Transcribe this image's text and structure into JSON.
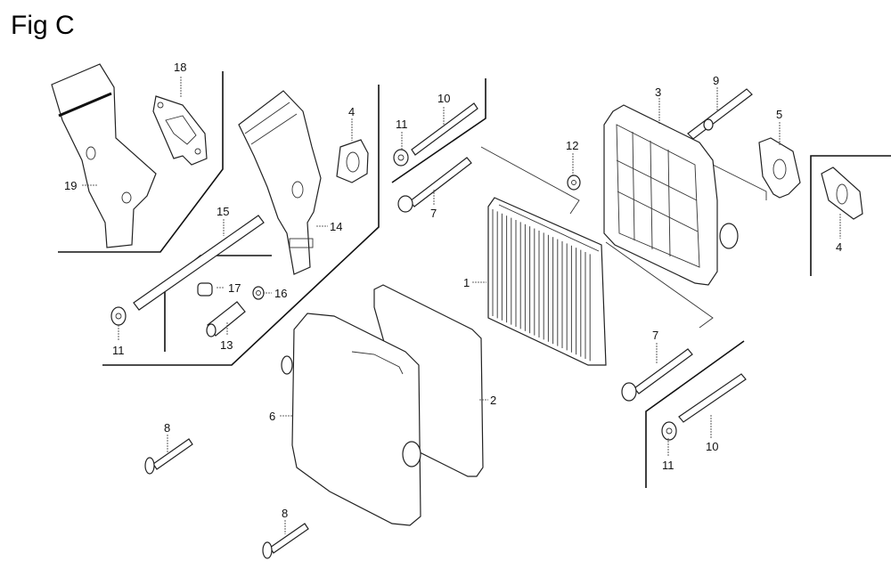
{
  "title": "Fig C",
  "parts": [
    {
      "id": "part-1",
      "number": "1",
      "name": "air-filter-element"
    },
    {
      "id": "part-2",
      "number": "2",
      "name": "pre-filter-foam"
    },
    {
      "id": "part-3",
      "number": "3",
      "name": "air-cleaner-base"
    },
    {
      "id": "part-4a",
      "number": "4",
      "name": "gasket-small"
    },
    {
      "id": "part-4b",
      "number": "4",
      "name": "gasket-right"
    },
    {
      "id": "part-5",
      "number": "5",
      "name": "gasket-plate"
    },
    {
      "id": "part-6",
      "number": "6",
      "name": "air-cleaner-cover"
    },
    {
      "id": "part-7a",
      "number": "7",
      "name": "flange-bolt-upper"
    },
    {
      "id": "part-7b",
      "number": "7",
      "name": "flange-bolt-lower"
    },
    {
      "id": "part-8a",
      "number": "8",
      "name": "cover-screw-left"
    },
    {
      "id": "part-8b",
      "number": "8",
      "name": "cover-screw-bottom"
    },
    {
      "id": "part-9",
      "number": "9",
      "name": "breather-stud"
    },
    {
      "id": "part-10a",
      "number": "10",
      "name": "stud-bolt-upper"
    },
    {
      "id": "part-10b",
      "number": "10",
      "name": "stud-bolt-lower"
    },
    {
      "id": "part-11a",
      "number": "11",
      "name": "nut-upper"
    },
    {
      "id": "part-11b",
      "number": "11",
      "name": "nut-left"
    },
    {
      "id": "part-11c",
      "number": "11",
      "name": "nut-lower-right"
    },
    {
      "id": "part-12",
      "number": "12",
      "name": "nut"
    },
    {
      "id": "part-13",
      "number": "13",
      "name": "collar-pipe"
    },
    {
      "id": "part-14",
      "number": "14",
      "name": "intake-elbow"
    },
    {
      "id": "part-15",
      "number": "15",
      "name": "long-stud"
    },
    {
      "id": "part-16",
      "number": "16",
      "name": "washer"
    },
    {
      "id": "part-17",
      "number": "17",
      "name": "grommet"
    },
    {
      "id": "part-18",
      "number": "18",
      "name": "insulator-gasket"
    },
    {
      "id": "part-19",
      "number": "19",
      "name": "intake-elbow-alt"
    }
  ]
}
